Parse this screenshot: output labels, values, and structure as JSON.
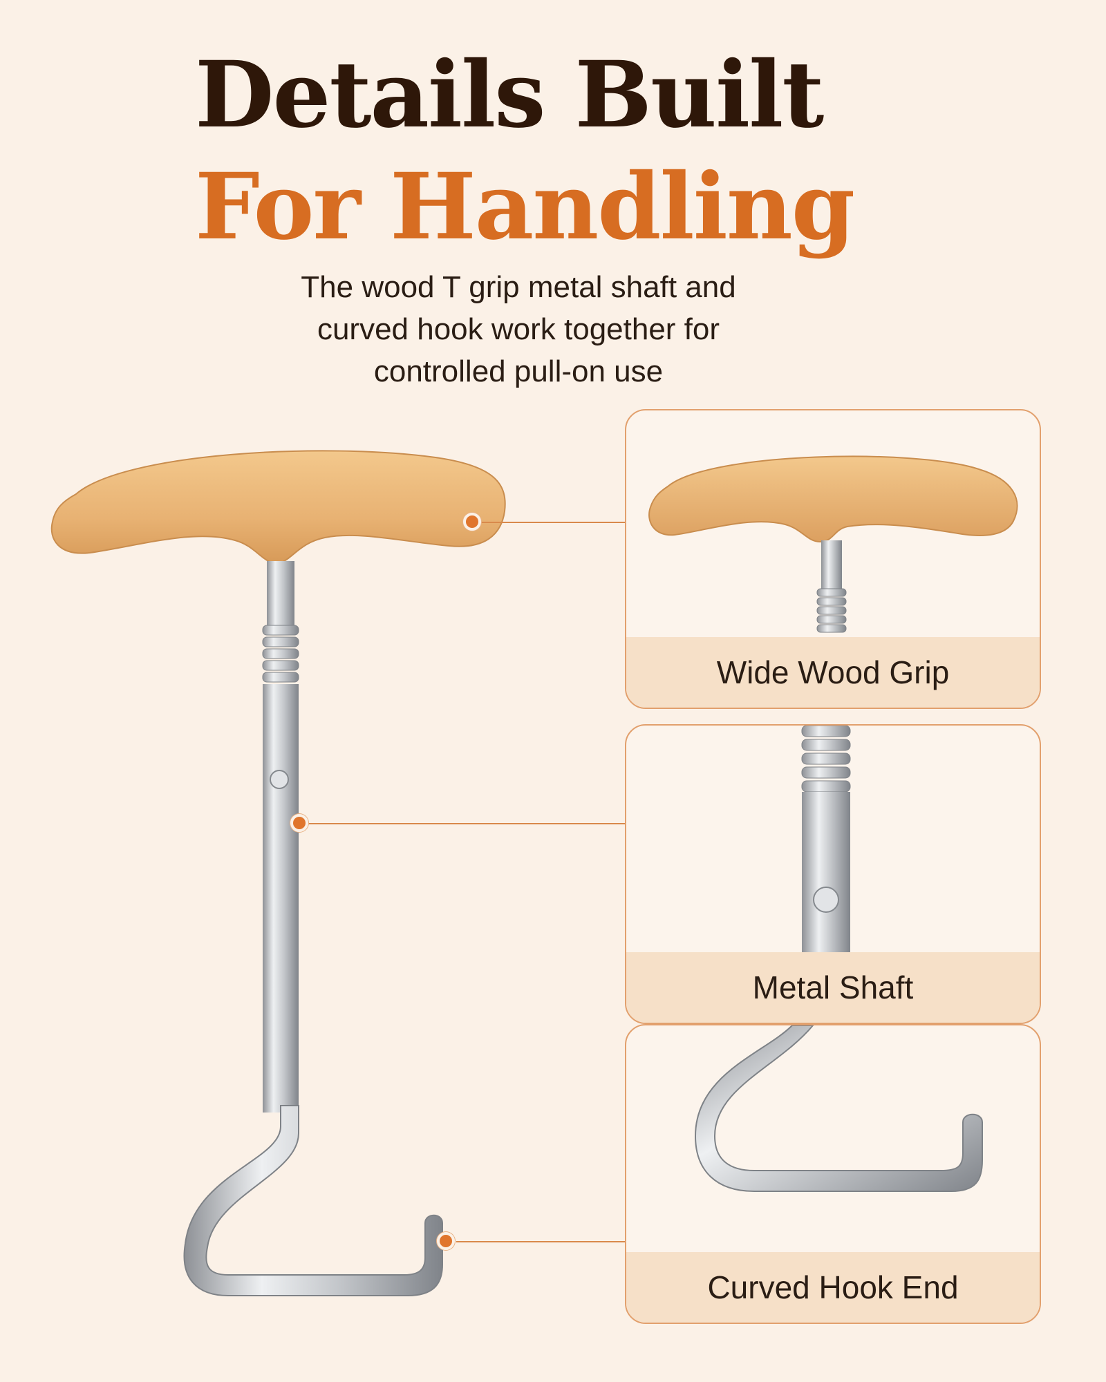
{
  "heading": {
    "line1": "Details Built",
    "line2": "For Handling"
  },
  "subtitle": {
    "line1": "The wood T grip metal shaft and",
    "line2": "curved hook work together for",
    "line3": "controlled pull-on use"
  },
  "features": [
    {
      "label": "Wide Wood Grip",
      "icon": "wood-grip"
    },
    {
      "label": "Metal Shaft",
      "icon": "metal-shaft"
    },
    {
      "label": "Curved Hook End",
      "icon": "curved-hook"
    }
  ],
  "colors": {
    "background": "#fbf1e7",
    "heading_dark": "#2e1709",
    "heading_accent": "#d76d22",
    "card_border": "#e2a06d",
    "label_band": "#f6e0c8",
    "callout_dot": "#e0752c",
    "wood": "#eab678",
    "metal": "#b7b9bc"
  }
}
